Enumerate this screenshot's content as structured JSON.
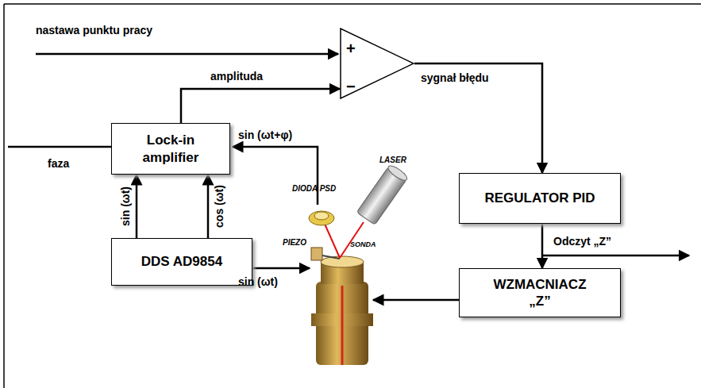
{
  "diagram": {
    "nodes": [
      {
        "text": [
          "+",
          "−"
        ]
      },
      {
        "text": [
          "Lock-in amplifier"
        ]
      },
      {
        "text": [
          "REGULATOR PID"
        ]
      },
      {
        "text": [
          "DDS AD9854"
        ]
      },
      {
        "text": [
          "WZMACNIACZ „Z”"
        ]
      }
    ],
    "edges": [
      {
        "from": 3,
        "to": 1,
        "arrow": "to",
        "label": "sin (ωt)"
      },
      {
        "from": 3,
        "to": 1,
        "arrow": "to",
        "label": "cos (ωt)"
      },
      {
        "from": 1,
        "to": 0,
        "arrow": "to",
        "label": "amplituda"
      },
      {
        "from": 0,
        "to": 2,
        "arrow": "to",
        "label": "sygnał błędu"
      },
      {
        "from": 2,
        "to": 4,
        "arrow": "to"
      }
    ],
    "labels": [
      "nastawa punktu pracy",
      "faza",
      "sin (ωt+φ)",
      "sin (ωt)",
      "Odczyt „Z”",
      "LASER",
      "DIODA PSD",
      "PIEZO",
      "SONDA"
    ]
  }
}
